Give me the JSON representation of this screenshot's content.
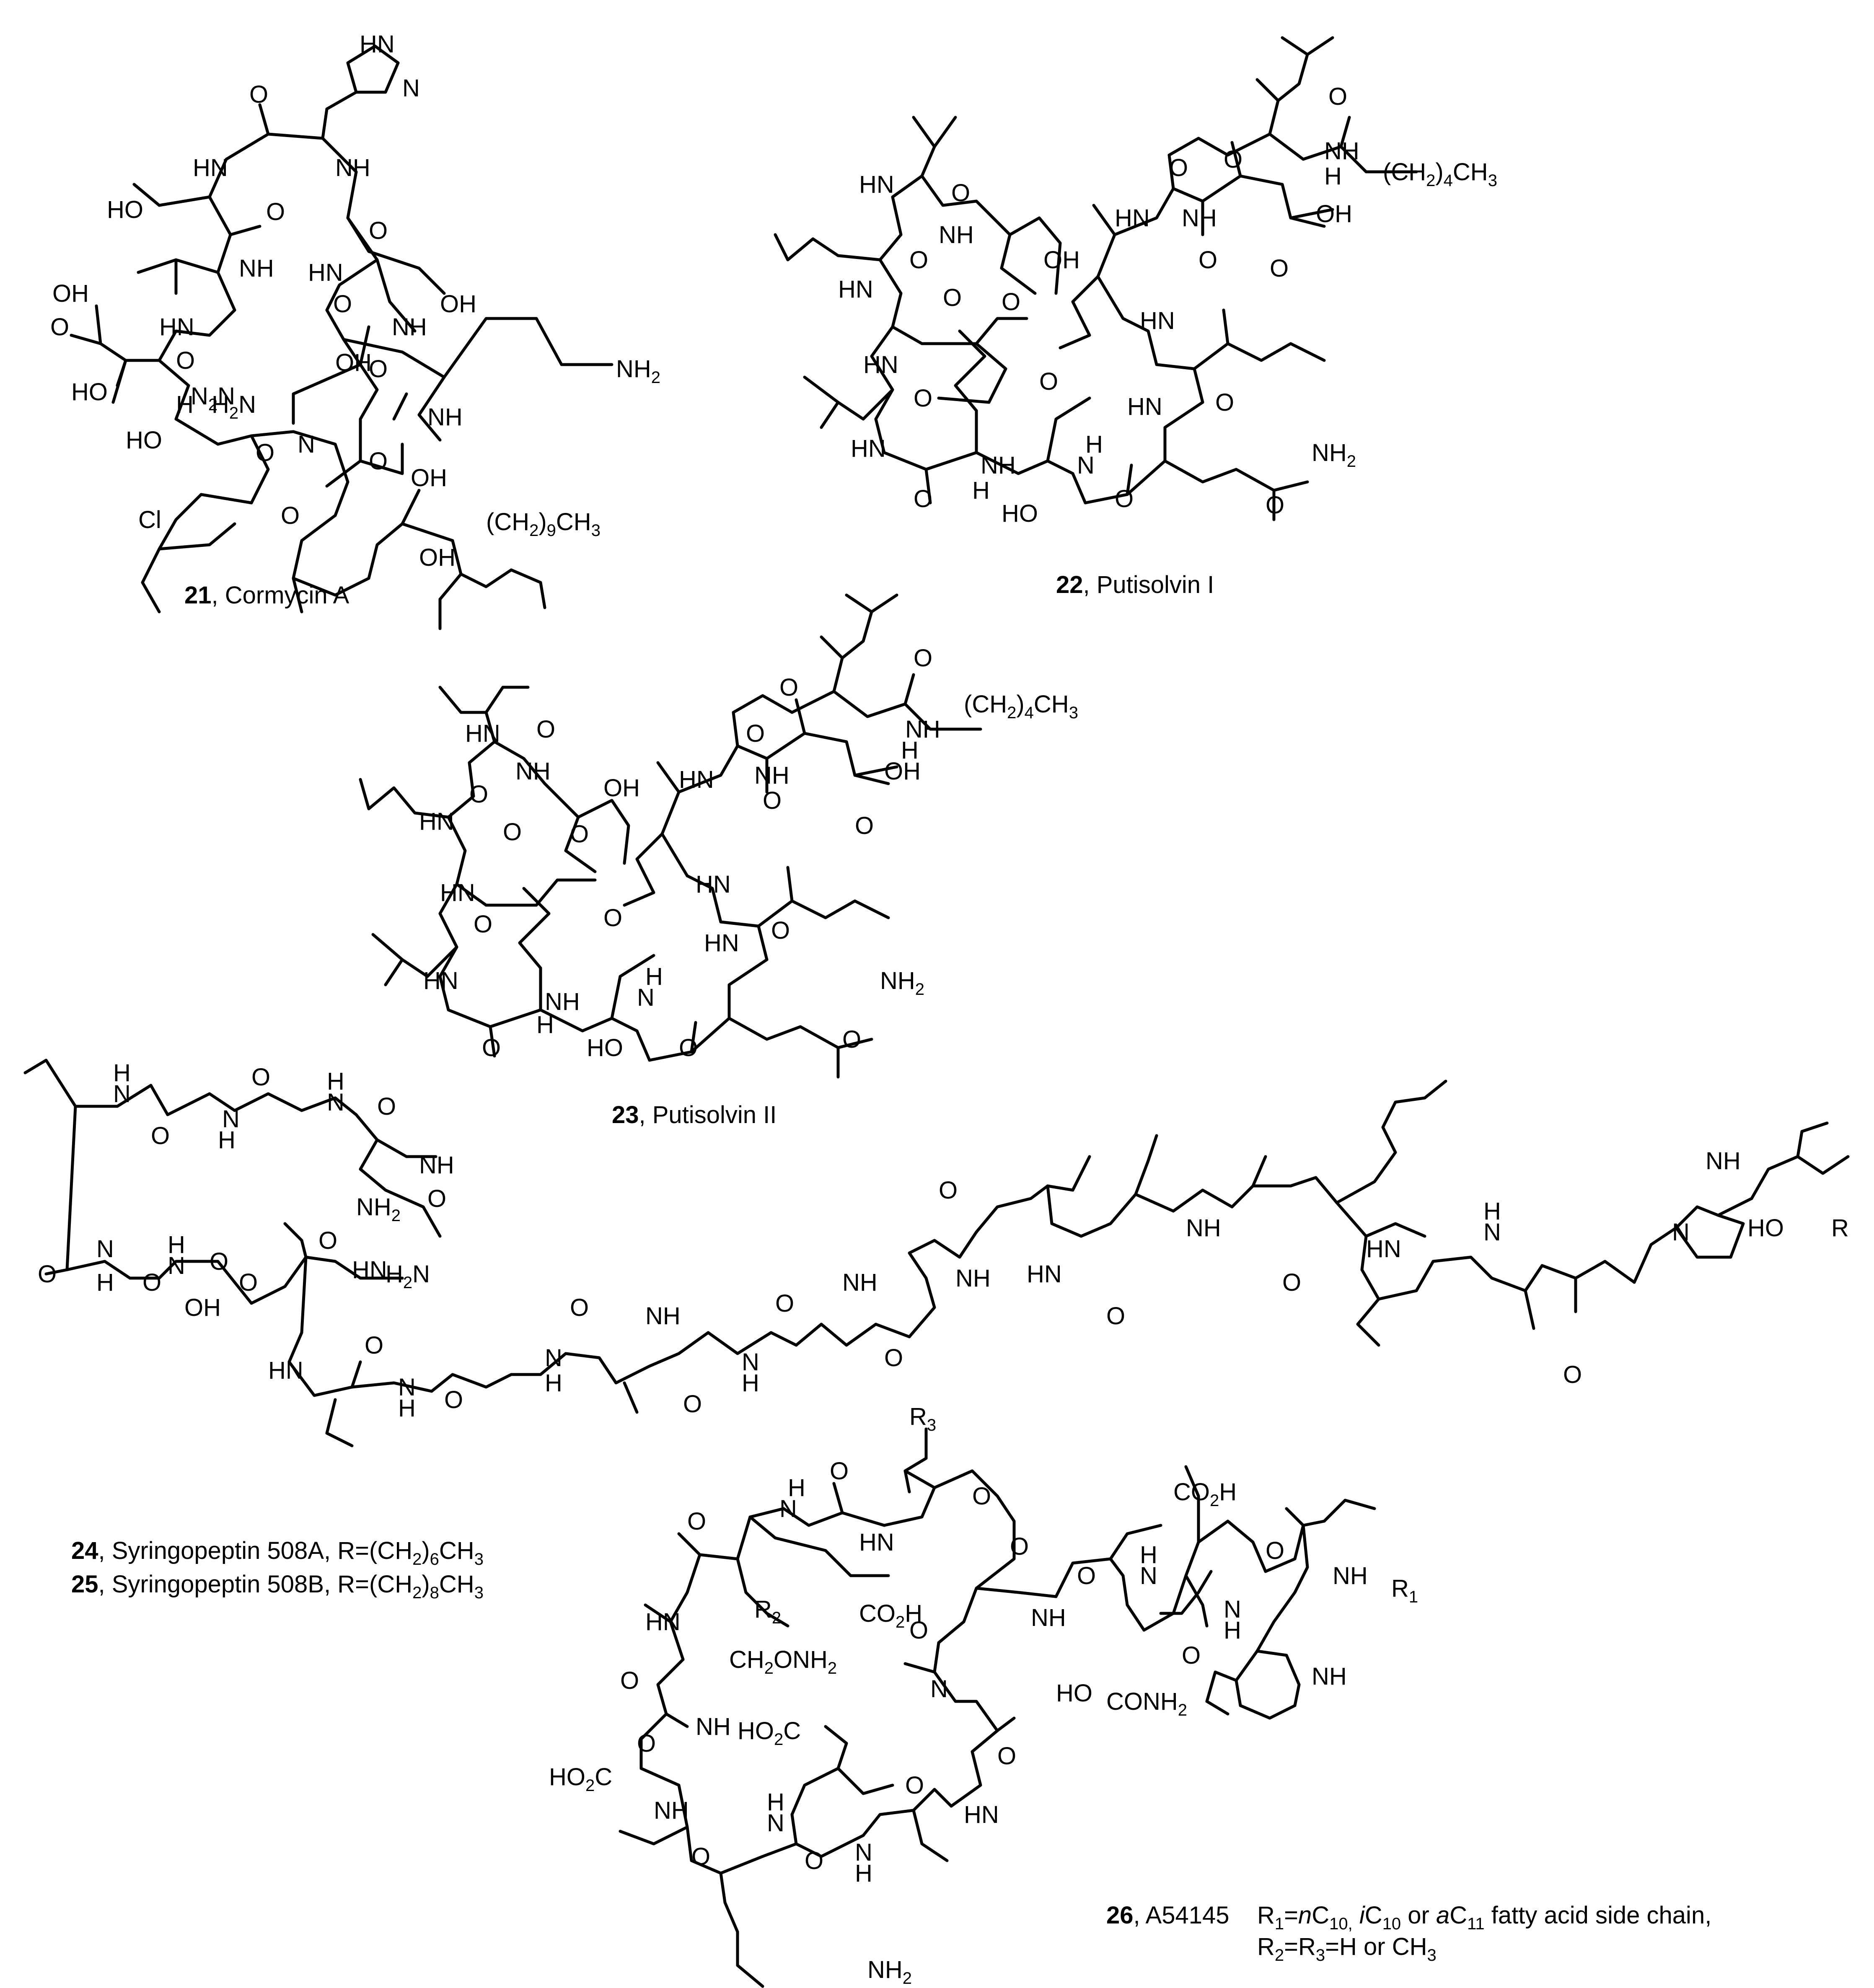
{
  "compounds": [
    {
      "id": "21",
      "name": "Cormycin A"
    },
    {
      "id": "22",
      "name": "Putisolvin I"
    },
    {
      "id": "23",
      "name": "Putisolvin II"
    },
    {
      "id": "24",
      "name": "Syringopeptin 508A",
      "r_group": "R=(CH2)6CH3"
    },
    {
      "id": "25",
      "name": "Syringopeptin 508B",
      "r_group": "R=(CH2)8CH3"
    },
    {
      "id": "26",
      "name": "A54145",
      "r_group_line1": "R1=nC10, iC10 or aC11 fatty acid side chain,",
      "r_group_line2": "R2=R3=H or CH3"
    }
  ],
  "atom_labels": {
    "HN": "HN",
    "NH": "NH",
    "N": "N",
    "H": "H",
    "O": "O",
    "OH": "OH",
    "HO": "HO",
    "Cl": "Cl",
    "NH2": "NH2",
    "H2N": "H2N",
    "R": "R",
    "R1": "R1",
    "R2": "R2",
    "R3": "R3",
    "CO2H": "CO2H",
    "HO2C": "HO2C",
    "CONH2": "CONH2",
    "CH2ONH2": "CH2ONH2",
    "CH2_9CH3": "(CH2)9CH3",
    "CH2_4CH3": "(CH2)4CH3"
  }
}
